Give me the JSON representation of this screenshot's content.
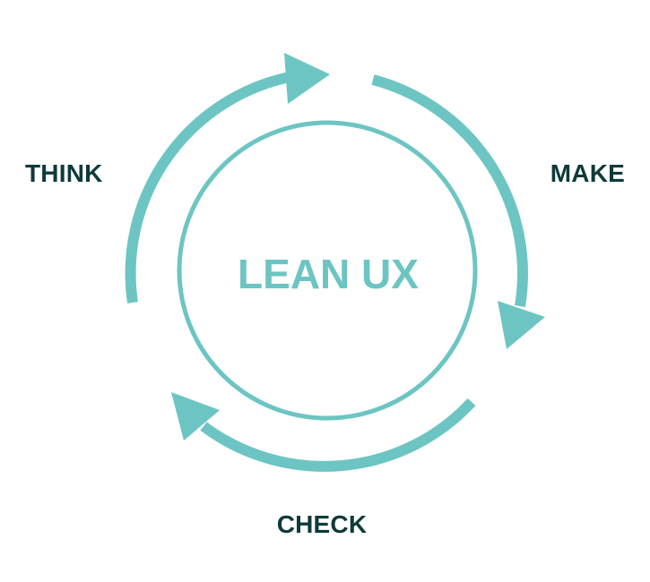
{
  "diagram": {
    "center_title": "LEAN UX",
    "stages": [
      {
        "label": "THINK"
      },
      {
        "label": "MAKE"
      },
      {
        "label": "CHECK"
      }
    ]
  },
  "colors": {
    "accent": "#6CC5C3",
    "label": "#0E3A3A",
    "background": "#FFFFFF"
  },
  "icons": [
    "cycle-arrow-think-to-make",
    "cycle-arrow-make-to-check",
    "cycle-arrow-check-to-think"
  ]
}
